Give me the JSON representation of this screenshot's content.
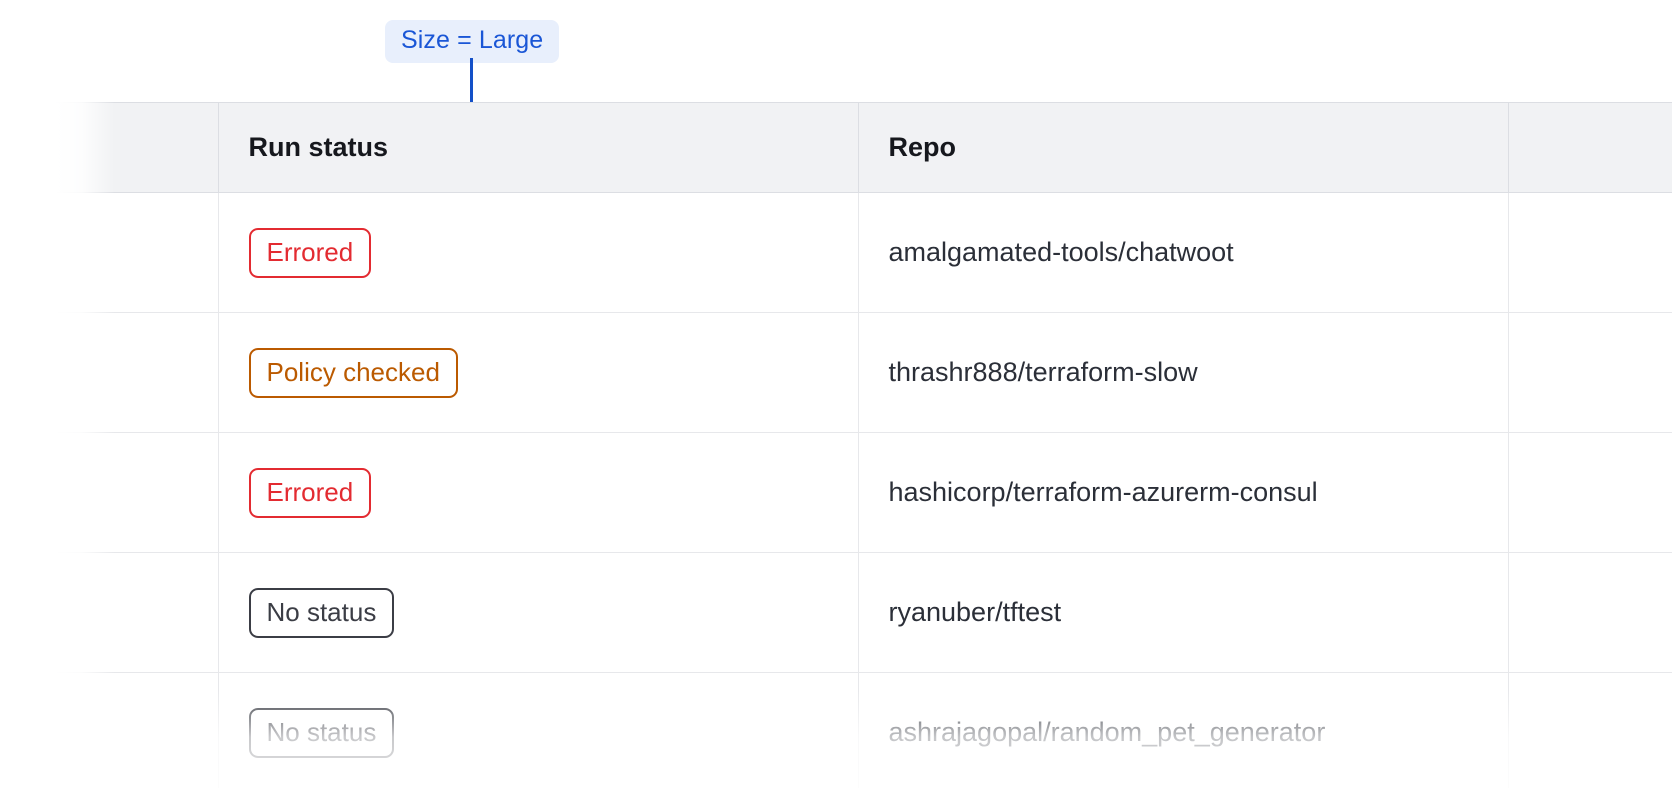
{
  "annotation": {
    "label": "Size = Large",
    "accent_color": "#1350c8",
    "badge_bg": "#e8effc",
    "badge_text_color": "#1a56d6"
  },
  "table": {
    "columns": [
      {
        "key": "select",
        "label": ""
      },
      {
        "key": "status",
        "label": "Run status"
      },
      {
        "key": "repo",
        "label": "Repo"
      },
      {
        "key": "tail",
        "label": ""
      }
    ],
    "rows": [
      {
        "status": "Errored",
        "status_variant": "errored",
        "repo": "amalgamated-tools/chatwoot"
      },
      {
        "status": "Policy checked",
        "status_variant": "policy",
        "repo": "thrashr888/terraform-slow"
      },
      {
        "status": "Errored",
        "status_variant": "errored",
        "repo": "hashicorp/terraform-azurerm-consul"
      },
      {
        "status": "No status",
        "status_variant": "none",
        "repo": "ryanuber/tftest"
      },
      {
        "status": "No status",
        "status_variant": "none",
        "repo": "ashrajagopal/random_pet_generator"
      }
    ],
    "status_colors": {
      "errored": "#e32b31",
      "policy": "#bb5a00",
      "none": "#3b3d45"
    },
    "header_bg": "#f1f2f4",
    "border_color": "#dcdee3"
  }
}
